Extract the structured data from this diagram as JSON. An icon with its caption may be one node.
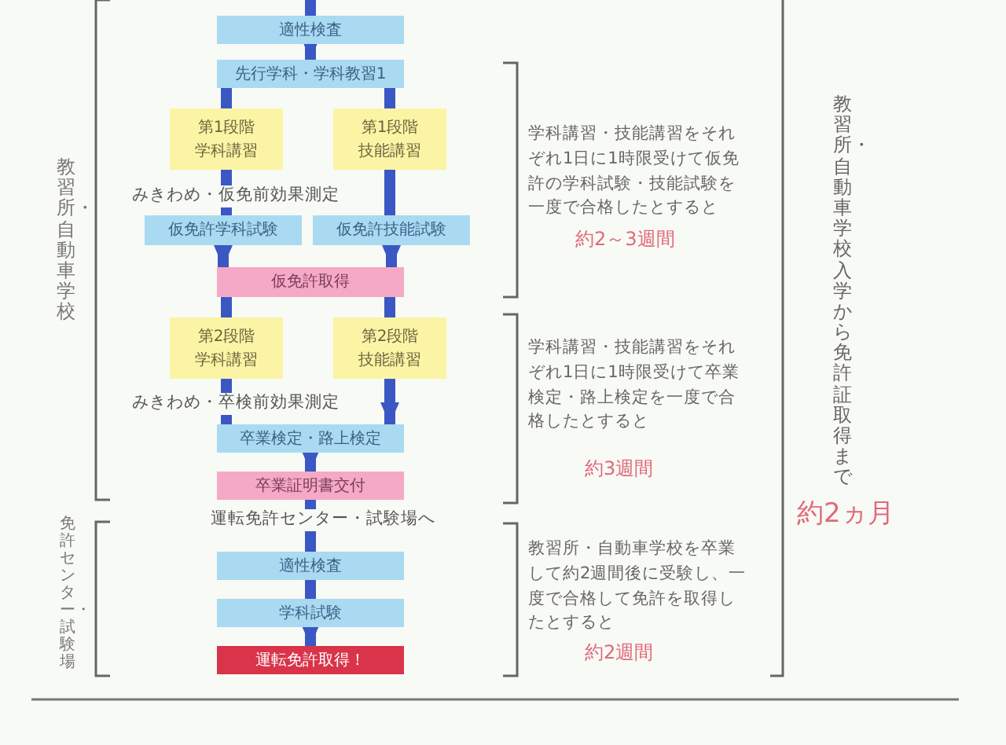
{
  "diagram": {
    "nodes": [
      {
        "text": [
          "適性検査"
        ]
      },
      {
        "text": [
          "先行学科・学科教習1"
        ]
      },
      {
        "text": [
          "第1段階",
          "学科講習"
        ]
      },
      {
        "text": [
          "第1段階",
          "技能講習"
        ]
      },
      {
        "text": [
          "仮免許学科試験"
        ]
      },
      {
        "text": [
          "仮免許技能試験"
        ]
      },
      {
        "text": [
          "仮免許取得"
        ]
      },
      {
        "text": [
          "第2段階",
          "学科講習"
        ]
      },
      {
        "text": [
          "第2段階",
          "技能講習"
        ]
      },
      {
        "text": [
          "卒業検定・路上検定"
        ]
      },
      {
        "text": [
          "卒業証明書交付"
        ]
      },
      {
        "text": [
          "適性検査"
        ]
      },
      {
        "text": [
          "学科試験"
        ]
      },
      {
        "text": [
          "運転免許取得！"
        ]
      }
    ],
    "edges": [
      {
        "from": null,
        "to": 0,
        "arrow": "none"
      },
      {
        "from": 0,
        "to": 1,
        "arrow": "to"
      },
      {
        "from": 1,
        "to": 2,
        "arrow": "none"
      },
      {
        "from": 1,
        "to": 3,
        "arrow": "none"
      },
      {
        "from": 2,
        "to": 4,
        "arrow": "none",
        "label": "みきわめ・仮免前効果測定"
      },
      {
        "from": 3,
        "to": 5,
        "arrow": "none"
      },
      {
        "from": 4,
        "to": 6,
        "arrow": "to"
      },
      {
        "from": 5,
        "to": 6,
        "arrow": "to"
      },
      {
        "from": 6,
        "to": 7,
        "arrow": "none"
      },
      {
        "from": 6,
        "to": 8,
        "arrow": "none"
      },
      {
        "from": 7,
        "to": 9,
        "arrow": "to",
        "label": "みきわめ・卒検前効果測定"
      },
      {
        "from": 8,
        "to": 9,
        "arrow": "to"
      },
      {
        "from": 9,
        "to": 10,
        "arrow": "to"
      },
      {
        "from": 10,
        "to": 11,
        "arrow": "none",
        "label": "運転免許センター・試験場へ"
      },
      {
        "from": 11,
        "to": 12,
        "arrow": "none"
      },
      {
        "from": 12,
        "to": 13,
        "arrow": "to"
      }
    ],
    "labels": [
      "教習所・自動車学校",
      "免許センター・試験場",
      "学科講習・技能講習をそれぞれ1日に1時限受けて仮免許の学科試験・技能試験を一度で合格したとすると",
      "約2～3週間",
      "学科講習・技能講習をそれぞれ1日に1時限受けて卒業検定・路上検定を一度で合格したとすると",
      "約3週間",
      "教習所・自動車学校を卒業して約2週間後に受験し、一度で合格して免許を取得したとすると",
      "約2週間",
      "教習所・自動車学校入学から免許証取得まで",
      "約2ヵ月"
    ]
  }
}
